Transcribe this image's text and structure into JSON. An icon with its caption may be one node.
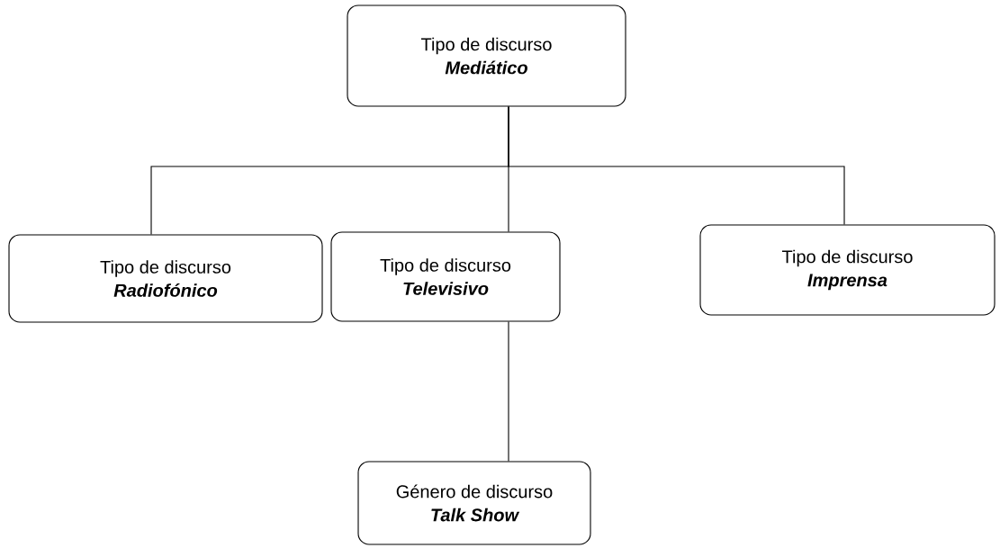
{
  "diagram": {
    "nodes": [
      {
        "text": [
          "Tipo de discurso",
          "Mediático"
        ]
      },
      {
        "text": [
          "Tipo de discurso",
          "Radiofónico"
        ]
      },
      {
        "text": [
          "Tipo de discurso",
          "Televisivo"
        ]
      },
      {
        "text": [
          "Tipo de discurso",
          "Imprensa"
        ]
      },
      {
        "text": [
          "Género de discurso",
          "Talk Show"
        ]
      }
    ],
    "edges": [
      {
        "from": 0,
        "to": 1,
        "arrow": "none"
      },
      {
        "from": 0,
        "to": 2,
        "arrow": "none"
      },
      {
        "from": 0,
        "to": 3,
        "arrow": "none"
      },
      {
        "from": 2,
        "to": 4,
        "arrow": "none"
      }
    ]
  }
}
